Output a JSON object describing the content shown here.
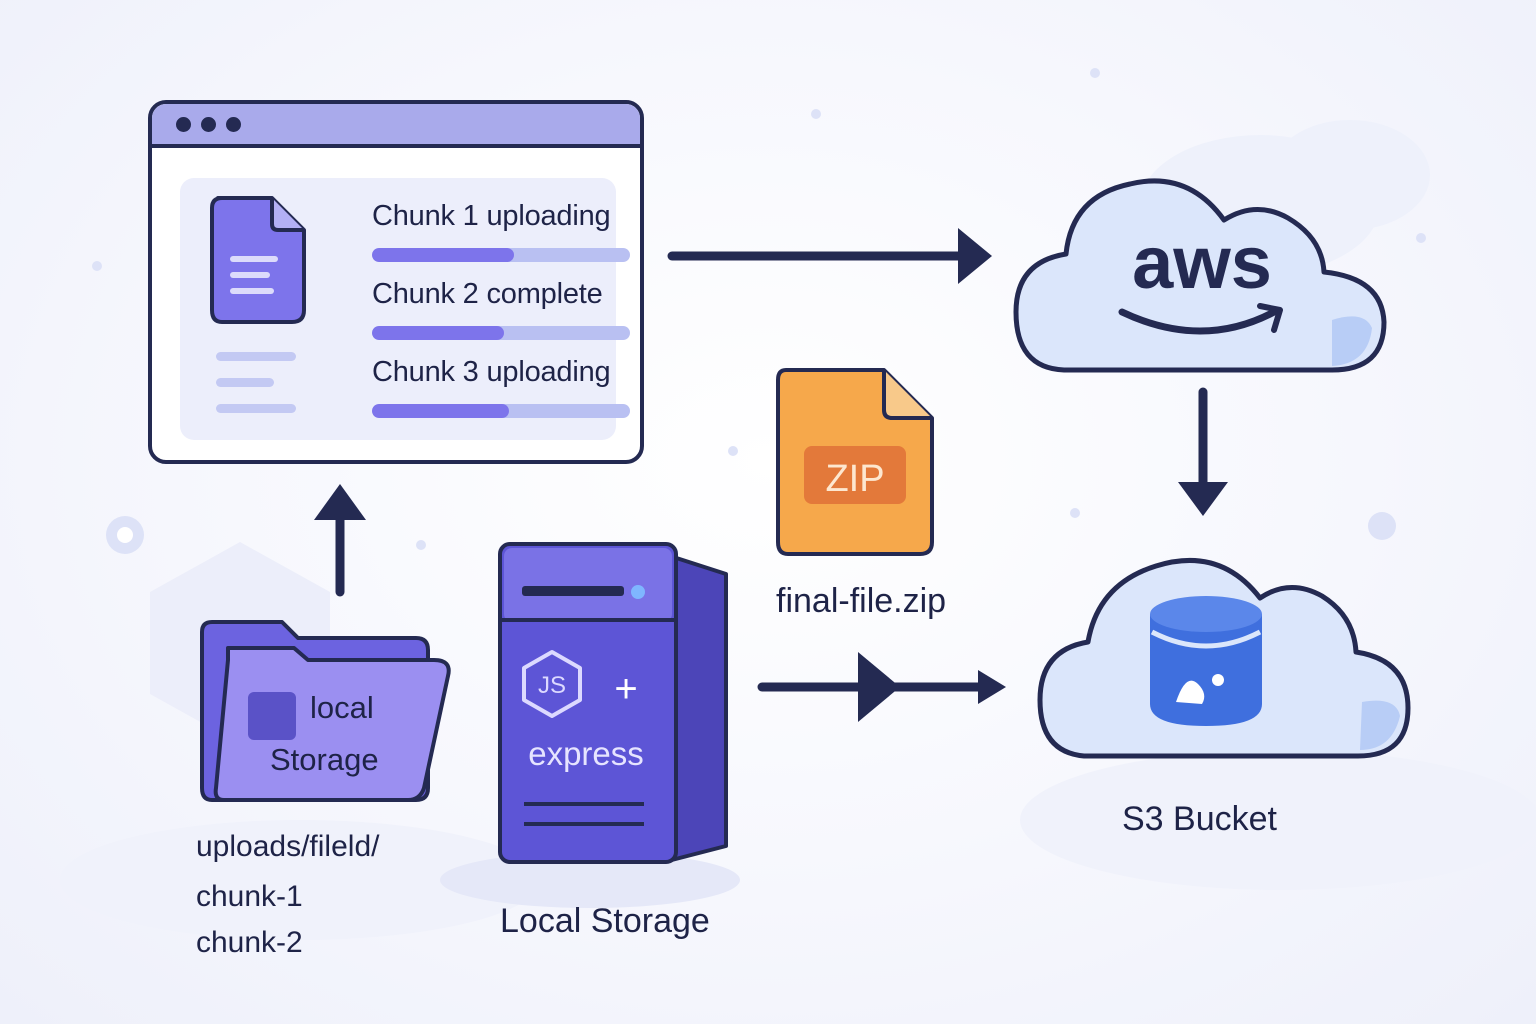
{
  "colors": {
    "ink": "#242a52",
    "accent_purple": "#7d74eb",
    "track": "#b9c0f2",
    "cloud_fill": "#dbe6fb",
    "bucket_blue": "#3f6fde",
    "zip_orange": "#f6a84b",
    "server_purple": "#5d55d6"
  },
  "browser": {
    "chunks": [
      {
        "label": "Chunk 1 uploading",
        "progress": 0.55
      },
      {
        "label": "Chunk 2 complete",
        "progress": 0.51
      },
      {
        "label": "Chunk 3 uploading",
        "progress": 0.53
      }
    ],
    "icons": [
      "document-icon"
    ]
  },
  "cloud_aws": {
    "logo_text": "aws"
  },
  "zip_file": {
    "badge": "ZIP",
    "filename": "final-file.zip"
  },
  "folder": {
    "label_line1": "local",
    "label_line2": "Storage"
  },
  "path_text": {
    "line1": "uploads/fileld/",
    "line2": "chunk-1",
    "line3": "chunk-2"
  },
  "server": {
    "plus": "+",
    "framework": "express",
    "caption": "Local Storage"
  },
  "s3": {
    "caption": "S3 Bucket"
  }
}
